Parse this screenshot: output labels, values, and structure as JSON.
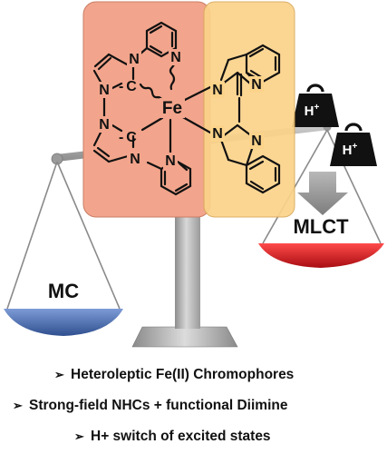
{
  "diagram": {
    "atoms": {
      "metal": "Fe",
      "carbene_carbon": "C",
      "nitrogen": "N"
    },
    "weights": [
      {
        "label": "H",
        "charge": "+"
      },
      {
        "label": "H",
        "charge": "+"
      }
    ],
    "left_pan_label": "MC",
    "right_pan_label": "MLCT",
    "colors": {
      "nhc_panel": "#f2a58c",
      "diimine_panel": "#fbd38a",
      "left_pan": "#4f73b8",
      "right_pan": "#e0181f",
      "stand": "#b5b5b5",
      "weight": "#111111",
      "arrow": "#9e9e9e"
    }
  },
  "bullets": [
    {
      "marker": "➢",
      "text": "Heteroleptic Fe(II) Chromophores"
    },
    {
      "marker": "➢",
      "text": "Strong-field NHCs + functional Diimine"
    },
    {
      "marker": "➢",
      "text": "H+ switch of excited states"
    }
  ]
}
